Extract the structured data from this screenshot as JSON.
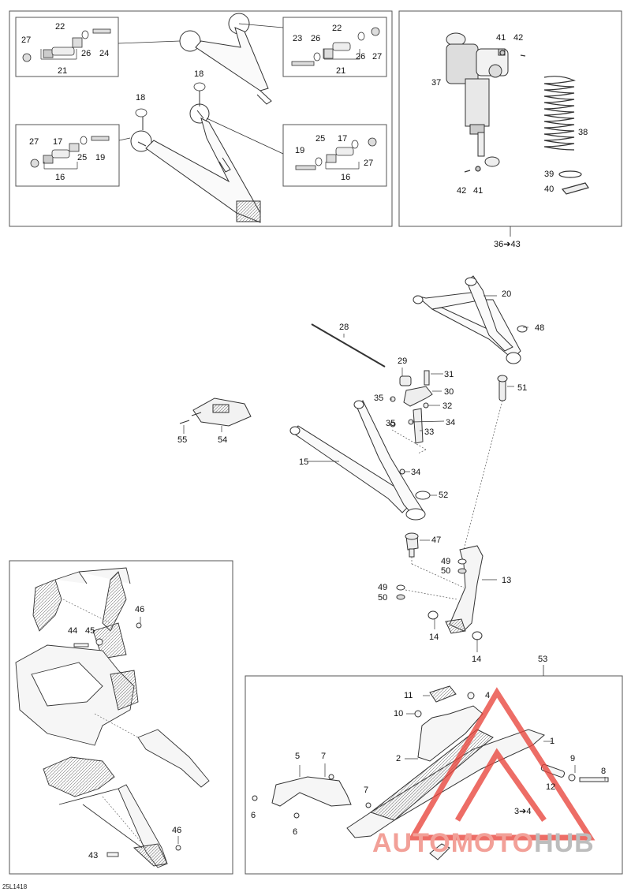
{
  "diagram_code": "25L1418",
  "watermark": {
    "part1": "AUTOMOTO",
    "part2": "HUB",
    "color": "#e8453c"
  },
  "labels": {
    "l27a": "27",
    "l22a": "22",
    "l26a": "26",
    "l24": "24",
    "l21a": "21",
    "l23": "23",
    "l26b": "26",
    "l22b": "22",
    "l26c": "26",
    "l27b": "27",
    "l21b": "21",
    "l18a": "18",
    "l18b": "18",
    "l27c": "27",
    "l17a": "17",
    "l25a": "25",
    "l19a": "19",
    "l16a": "16",
    "l19b": "19",
    "l25b": "25",
    "l17b": "17",
    "l27d": "27",
    "l16b": "16",
    "l41a": "41",
    "l42a": "42",
    "l37": "37",
    "l38": "38",
    "l39": "39",
    "l40": "40",
    "l42b": "42",
    "l41b": "41",
    "l36": "36➔43",
    "l20": "20",
    "l48": "48",
    "l28": "28",
    "l29": "29",
    "l31": "31",
    "l30": "30",
    "l51": "51",
    "l35a": "35",
    "l32": "32",
    "l35b": "35",
    "l34a": "34",
    "l33": "33",
    "l55": "55",
    "l54": "54",
    "l15": "15",
    "l34b": "34",
    "l52": "52",
    "l47": "47",
    "l49a": "49",
    "l50a": "50",
    "l13": "13",
    "l49b": "49",
    "l50b": "50",
    "l14a": "14",
    "l14b": "14",
    "l46a": "46",
    "l44": "44",
    "l45": "45",
    "l46b": "46",
    "l43": "43",
    "l53": "53",
    "l11": "11",
    "l4": "4",
    "l10": "10",
    "l1": "1",
    "l2": "2",
    "l5": "5",
    "l7a": "7",
    "l9": "9",
    "l8": "8",
    "l12": "12",
    "l7b": "7",
    "l6a": "6",
    "l6b": "6",
    "l34c": "3➔4"
  }
}
